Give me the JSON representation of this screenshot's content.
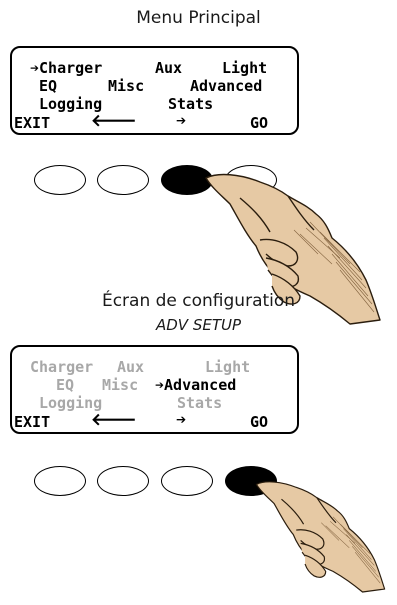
{
  "panel1": {
    "title": "Menu Principal",
    "line1": {
      "a": "➔Charger",
      "b": "Aux",
      "c": "Light"
    },
    "line2": {
      "a": "EQ",
      "b": "Misc",
      "c": "Advanced"
    },
    "line3": {
      "a": "Logging",
      "b": "Stats"
    },
    "softkeys": {
      "exit": "EXIT",
      "left": "🡐",
      "right": "➔",
      "go": "GO"
    },
    "pressed_button": 3
  },
  "panel2": {
    "title": "Écran de configuration",
    "subtitle": "ADV SETUP",
    "line1": {
      "a": "Charger",
      "b": "Aux",
      "c": "Light"
    },
    "line2": {
      "a": "EQ",
      "b": "Misc",
      "c": "➔Advanced"
    },
    "line3": {
      "a": "Logging",
      "b": "Stats"
    },
    "softkeys": {
      "exit": "EXIT",
      "left": "🡐",
      "right": "➔",
      "go": "GO"
    },
    "pressed_button": 4
  }
}
